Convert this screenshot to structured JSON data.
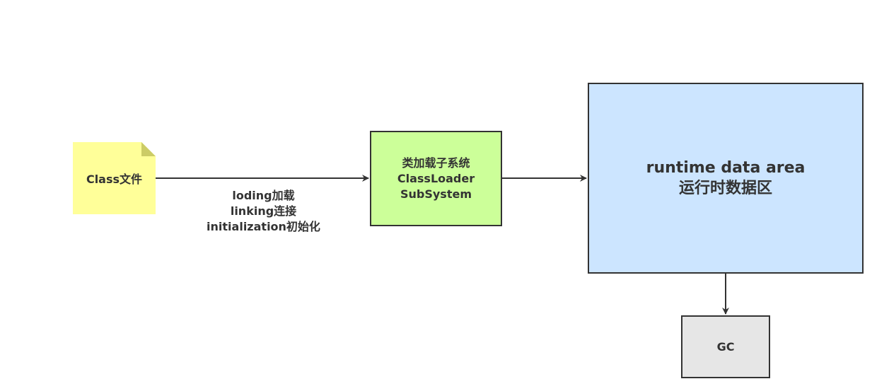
{
  "diagram": {
    "nodes": {
      "class_file": {
        "label": "Class文件",
        "fill": "#ffff99",
        "fold_fill": "#cccc66"
      },
      "classloader": {
        "lines": [
          "类加载子系统",
          "ClassLoader",
          "SubSystem"
        ],
        "fill": "#ccff99",
        "border": "#333333"
      },
      "runtime_data_area": {
        "lines": [
          "runtime data area",
          "运行时数据区"
        ],
        "fill": "#cce5ff",
        "border": "#333333"
      },
      "gc": {
        "label": "GC",
        "fill": "#e6e6e6",
        "border": "#333333"
      }
    },
    "edges": [
      {
        "from": "class_file",
        "to": "classloader"
      },
      {
        "from": "classloader",
        "to": "runtime_data_area"
      },
      {
        "from": "runtime_data_area",
        "to": "gc"
      }
    ],
    "edge_label": {
      "lines": [
        "loding加载",
        "linking连接",
        "initialization初始化"
      ]
    },
    "edge_color": "#333333"
  }
}
